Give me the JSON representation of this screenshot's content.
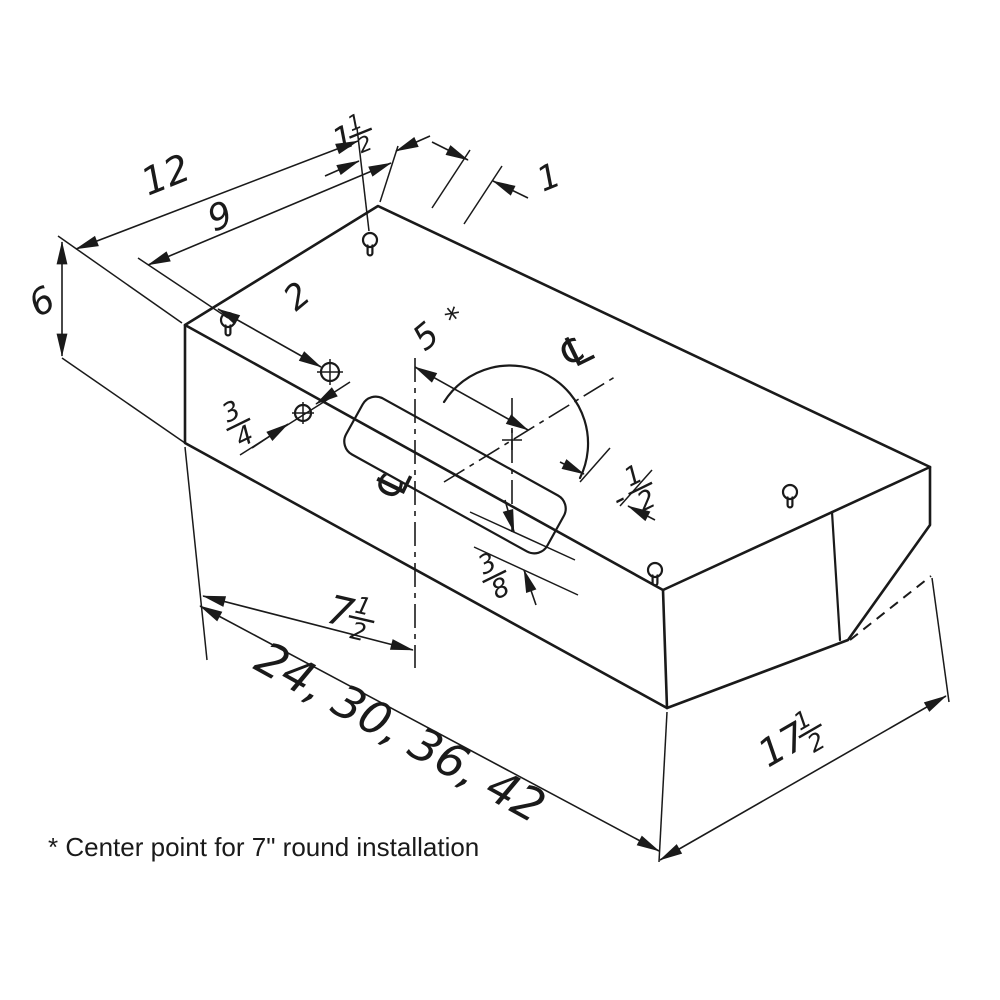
{
  "colors": {
    "line": "#1a1a1a",
    "background": "#ffffff"
  },
  "footnote": "* Center point for 7\" round installation",
  "symbols": {
    "centerline": "℄",
    "asterisk": "*"
  },
  "dims": {
    "twelve": "12",
    "nine": "9",
    "six": "6",
    "two": "2",
    "one": "1",
    "five": "5",
    "one_and_half": {
      "whole": "1",
      "num": "1",
      "den": "2"
    },
    "three_quarters": {
      "num": "3",
      "den": "4"
    },
    "half": {
      "prefix": "-",
      "num": "1",
      "den": "2"
    },
    "three_eighths": {
      "num": "3",
      "den": "8"
    },
    "seven_and_half": {
      "whole": "7",
      "num": "1",
      "den": "2"
    },
    "seventeen_and_half": {
      "whole": "17",
      "num": "1",
      "den": "2"
    },
    "width_options": "24, 30, 36, 42"
  }
}
